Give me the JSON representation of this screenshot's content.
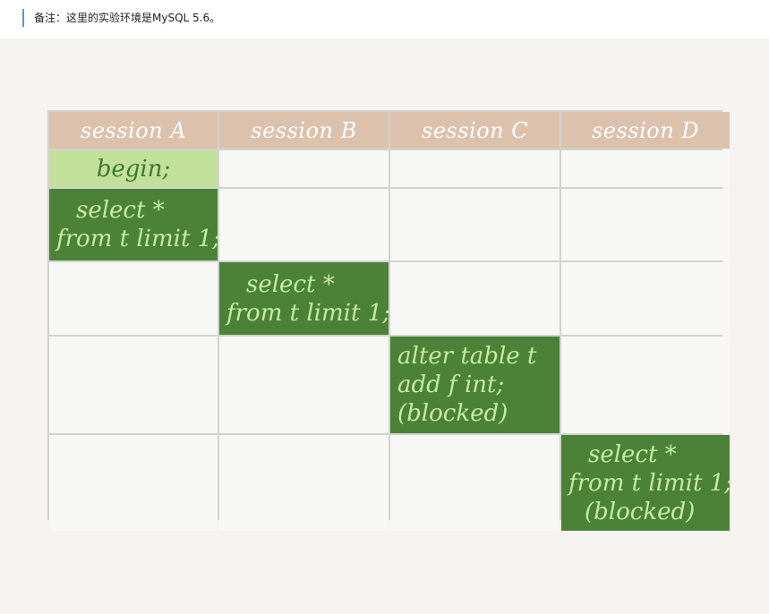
{
  "note": {
    "text": "备注：这里的实验环境是MySQL 5.6。"
  },
  "diagram": {
    "headers": [
      "session A",
      "session B",
      "session C",
      "session D"
    ],
    "steps": {
      "a_begin": "begin;",
      "a_select": [
        "select *",
        "from t limit 1;"
      ],
      "b_select": [
        "select *",
        "from t limit 1;"
      ],
      "c_alter": [
        "alter table t",
        "add f int;",
        "(blocked)"
      ],
      "d_select": [
        "select *",
        "from t limit 1;",
        "(blocked)"
      ]
    }
  }
}
